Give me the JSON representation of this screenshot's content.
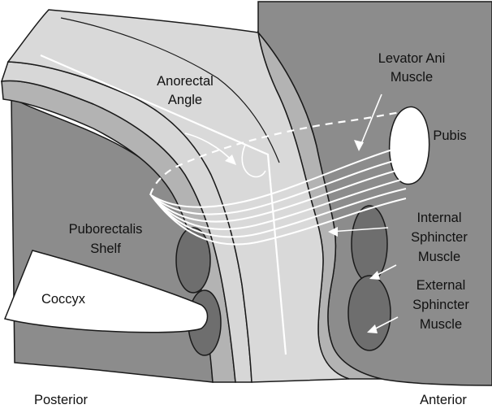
{
  "figure": {
    "colors": {
      "background": "#ffffff",
      "body_dark": "#8c8c8c",
      "layer_mid": "#b3b3b3",
      "layer_light": "#d7d7d7",
      "rectum_fill": "#d9d9d9",
      "sphincter_dark": "#6e6e6e",
      "bone": "#ffffff",
      "outline": "#1a1a1a",
      "fiber": "#ffffff"
    },
    "labels": {
      "levator_ani_line1": "Levator Ani",
      "levator_ani_line2": "Muscle",
      "anorectal_angle_line1": "Anorectal",
      "anorectal_angle_line2": "Angle",
      "pubis": "Pubis",
      "puborectalis_line1": "Puborectalis",
      "puborectalis_line2": "Shelf",
      "internal_sphincter_line1": "Internal",
      "internal_sphincter_line2": "Sphincter",
      "internal_sphincter_line3": "Muscle",
      "external_sphincter_line1": "External",
      "external_sphincter_line2": "Sphincter",
      "external_sphincter_line3": "Muscle",
      "coccyx": "Coccyx",
      "posterior": "Posterior",
      "anterior": "Anterior"
    }
  }
}
